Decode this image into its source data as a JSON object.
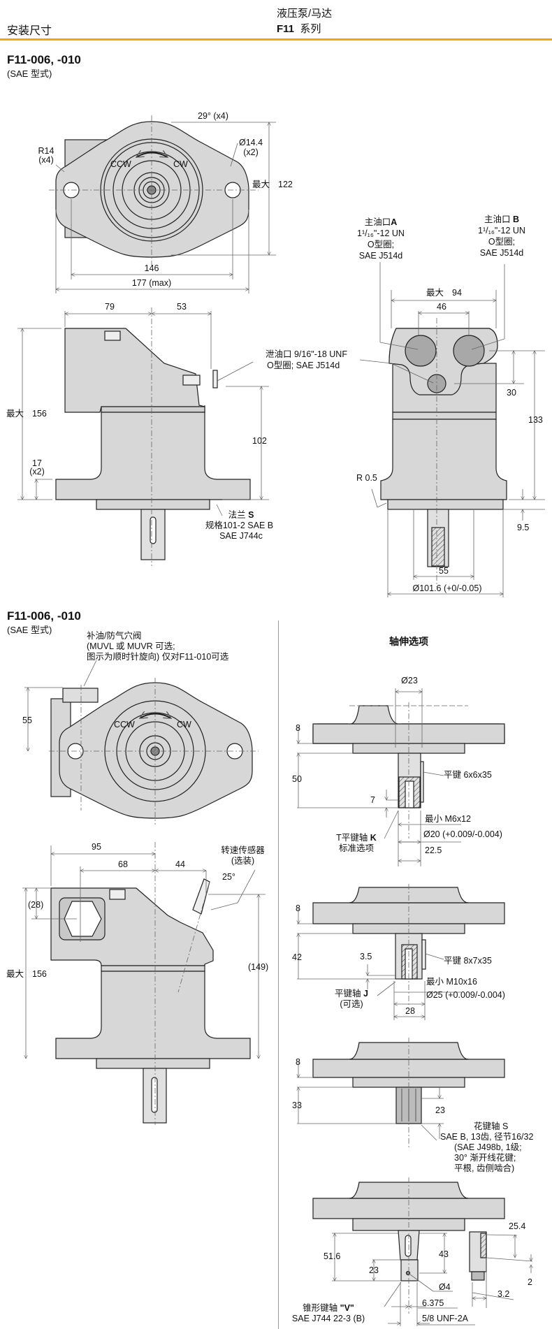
{
  "header": {
    "left_title": "安装尺寸",
    "right_line1": "液压泵/马达",
    "right_series_bold": "F11",
    "right_series_rest": "系列",
    "accent_color": "#f7a800"
  },
  "section1": {
    "title": "F11-006, -010",
    "subtitle": "(SAE 型式)",
    "front_view": {
      "angle": "29° (x4)",
      "radius": "R14",
      "radius_count": "(x4)",
      "hole_dia": "Ø14.4",
      "hole_count": "(x2)",
      "rot_ccw": "CCW",
      "rot_cw": "CW",
      "height_label": "最大",
      "height": "122",
      "hole_spacing": "146",
      "width_max": "177 (max)"
    },
    "side_view": {
      "dim_left": "79",
      "dim_right": "53",
      "height_label": "最大",
      "height": "156",
      "flange_thk": "17",
      "flange_thk_count": "(x2)",
      "drain_height": "102",
      "drain_port_line1": "泄油口 9/16\"-18 UNF",
      "drain_port_line2": "O型圈; SAE J514d",
      "flange_line1_cn": "法兰",
      "flange_line1_bold": "S",
      "flange_line2": "规格101-2 SAE B",
      "flange_line3": "SAE J744c"
    },
    "port_view": {
      "port_a_title": "主油口",
      "port_a_bold": "A",
      "port_b_title": "主油口",
      "port_b_bold": "B",
      "port_thread": "1¹/₁₆\"-12 UN",
      "port_oring": "O型圈;",
      "port_std": "SAE J514d",
      "width_label": "最大",
      "width": "94",
      "port_spacing": "46",
      "drain_offset": "30",
      "height": "133",
      "radius": "R 0.5",
      "pilot_len": "9.5",
      "bolt_span": "55",
      "pilot_dia": "Ø101.6 (+0/-0.05)"
    }
  },
  "section2": {
    "title": "F11-006, -010",
    "subtitle": "(SAE 型式)",
    "valve_note_line1": "补油/防气穴阀",
    "valve_note_line2": "(MUVL 或 MUVR 可选;",
    "valve_note_line3": "图示为顺时针旋向) 仅对F11-010可选",
    "valve_height": "55",
    "rot_ccw": "CCW",
    "rot_cw": "CW",
    "dim_95": "95",
    "dim_68": "68",
    "dim_44": "44",
    "angle": "25°",
    "sensor_line1": "转速传感器",
    "sensor_line2": "(选装)",
    "dim_28": "(28)",
    "height_label": "最大",
    "height": "156",
    "sensor_height": "(149)"
  },
  "shaft_options": {
    "title": "轴伸选项",
    "options": [
      {
        "flange_dim": "8",
        "length": "50",
        "dia_top": "Ø23",
        "key": "平键  6x6x35",
        "end_dim": "7",
        "thread": "最小 M6x12",
        "dia": "Ø20 (+0.009/-0.004)",
        "key_width": "22.5",
        "name_line1_cn": "T平键轴",
        "name_line1_bold": "K",
        "name_line2": "标准选项"
      },
      {
        "flange_dim": "8",
        "length": "42",
        "key": "平键  8x7x35",
        "end_dim": "3.5",
        "thread": "最小 M10x16",
        "dia": "Ø25 (+0.009/-0.004)",
        "key_width": "28",
        "name_line1_cn": "平键轴",
        "name_line1_bold": "J",
        "name_line2": "(可选)"
      },
      {
        "flange_dim": "8",
        "length": "33",
        "spline_len": "23",
        "name_line1": "花键轴  S",
        "desc_line1": "SAE B, 13齿,  径节16/32",
        "desc_line2": "(SAE J498b, 1级;",
        "desc_line3": "30°  渐开线花键;",
        "desc_line4": "平根,  齿侧啮合)"
      },
      {
        "length": "51.6",
        "taper_len": "43",
        "thread_len": "23",
        "hole_dia": "Ø4",
        "key_len": "25.4",
        "key_h": "2",
        "key_w": "3.2",
        "dim_6375": "6.375",
        "thread": "5/8 UNF-2A",
        "name_line1_cn": "锥形键轴",
        "name_line1_bold": "\"V\"",
        "name_line2": "SAE J744 22-3 (B)"
      }
    ]
  }
}
